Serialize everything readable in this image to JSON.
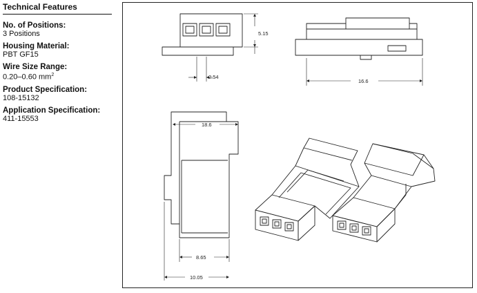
{
  "technical_features": {
    "title": "Technical Features",
    "items": [
      {
        "label": "No. of Positions:",
        "value": "3 Positions"
      },
      {
        "label": "Housing Material:",
        "value": "PBT GF15"
      },
      {
        "label": "Wire Size Range:",
        "value": "0.20–0.60 mm",
        "sup": "2"
      },
      {
        "label": "Product Specification:",
        "value": "108-15132"
      },
      {
        "label": "Application Specification:",
        "value": "411-15553"
      }
    ]
  },
  "dimensions": {
    "height": "5.15",
    "pitch": "2.54",
    "length": "16.6",
    "top_width": "18.6",
    "inner_width": "8.65",
    "overall_width": "10.05"
  }
}
